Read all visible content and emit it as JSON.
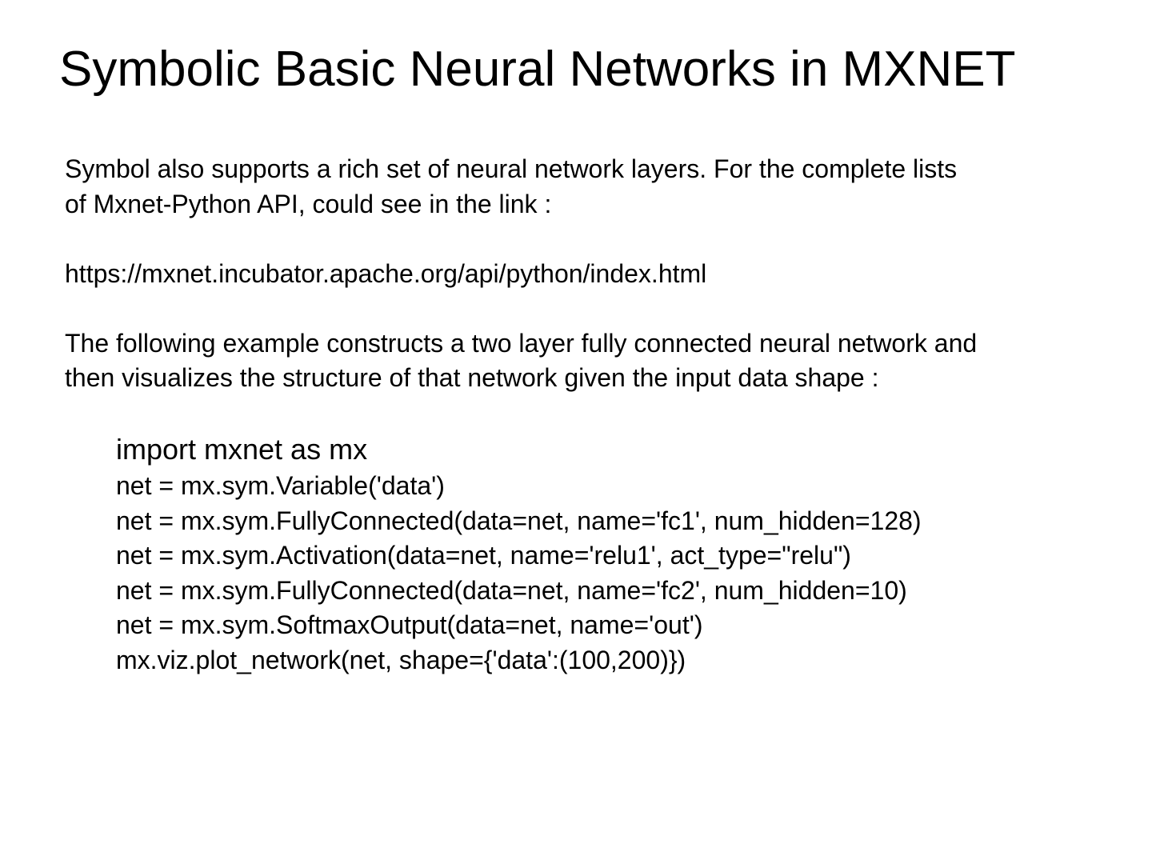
{
  "slide": {
    "title": "Symbolic Basic Neural Networks in MXNET",
    "intro_lines": [
      "Symbol also supports a rich set of neural network layers. For the complete lists",
      "of Mxnet-Python API, could see in the link :"
    ],
    "link_url": "https://mxnet.incubator.apache.org/api/python/index.html",
    "example_lines": [
      "The following example constructs a two layer fully connected neural network and",
      "then visualizes the structure of that network given the input data shape :"
    ],
    "code_lines": [
      "import mxnet as mx",
      "net = mx.sym.Variable('data')",
      "net = mx.sym.FullyConnected(data=net, name='fc1', num_hidden=128)",
      "net = mx.sym.Activation(data=net, name='relu1', act_type=\"relu\")",
      "net = mx.sym.FullyConnected(data=net, name='fc2', num_hidden=10)",
      "net = mx.sym.SoftmaxOutput(data=net, name='out')",
      "mx.viz.plot_network(net, shape={'data':(100,200)})"
    ],
    "colors": {
      "background": "#ffffff",
      "text": "#000000"
    }
  }
}
